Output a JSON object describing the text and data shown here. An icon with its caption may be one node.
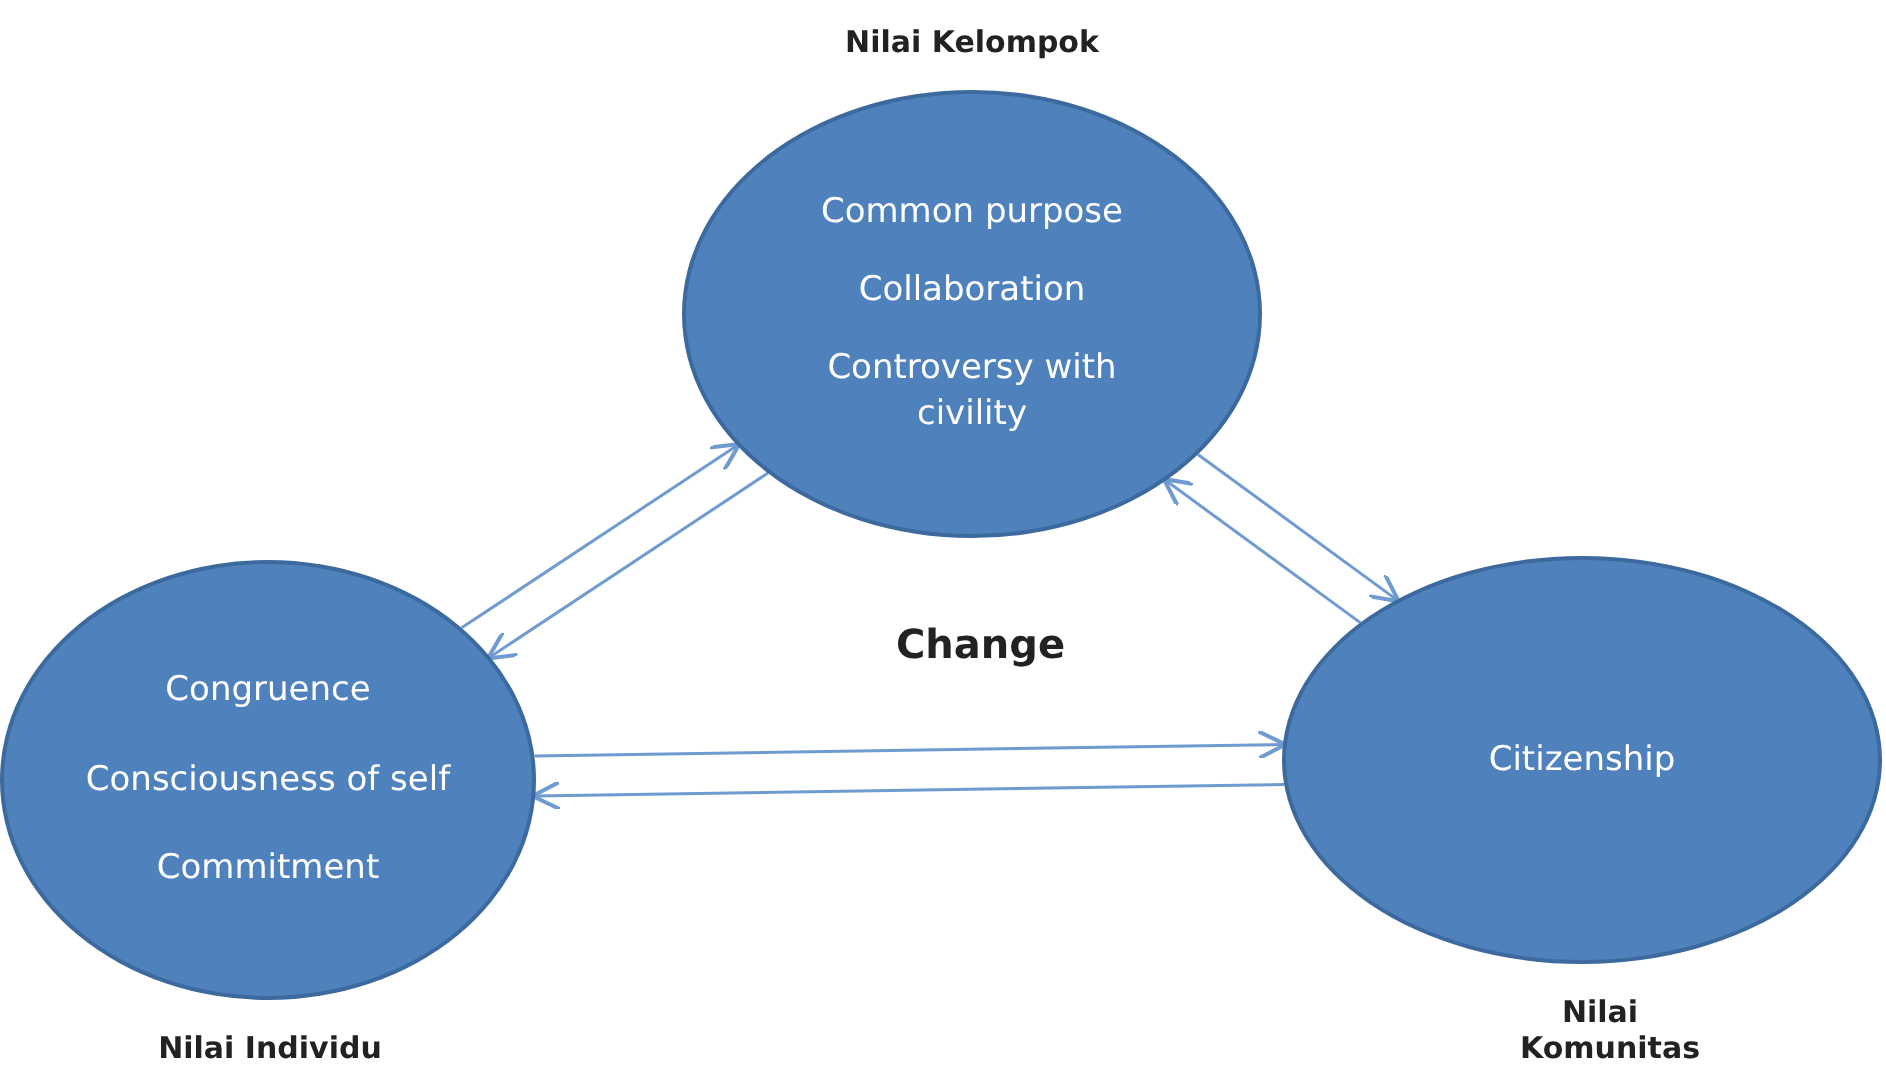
{
  "diagram": {
    "nodes": [
      {
        "text": [
          "Common purpose",
          "Collaboration",
          "Controversy with civility"
        ],
        "beside": [
          "Nilai Kelompok"
        ]
      },
      {
        "text": [
          "Congruence",
          "Consciousness of self",
          "Commitment"
        ],
        "beside": [
          "Nilai Individu"
        ]
      },
      {
        "text": [
          "Citizenship"
        ],
        "beside": [
          "Nilai Komunitas"
        ]
      }
    ],
    "edges": [
      {
        "from": 1,
        "to": 0,
        "arrow": "to"
      },
      {
        "from": 0,
        "to": 1,
        "arrow": "to"
      },
      {
        "from": 0,
        "to": 2,
        "arrow": "to"
      },
      {
        "from": 2,
        "to": 0,
        "arrow": "to"
      },
      {
        "from": 2,
        "to": 1,
        "arrow": "to"
      },
      {
        "from": 1,
        "to": 2,
        "arrow": "to"
      }
    ],
    "labels": [
      "Change"
    ]
  }
}
